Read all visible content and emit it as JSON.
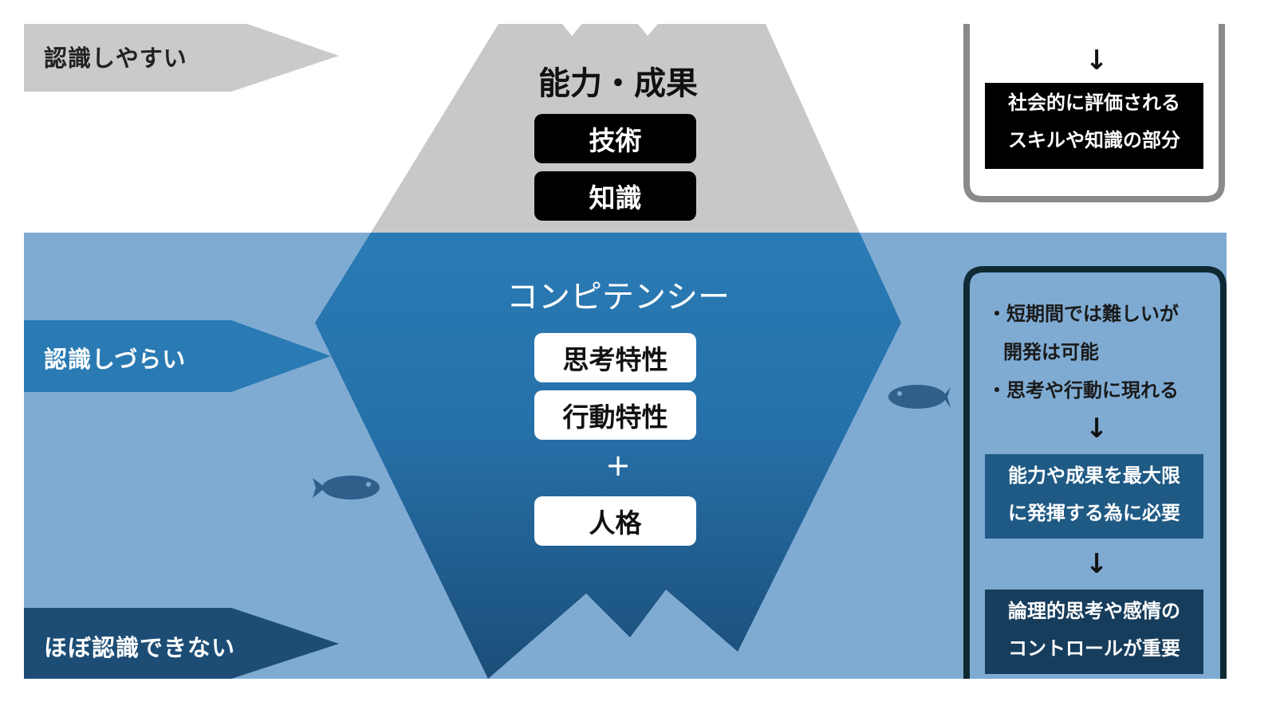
{
  "levels": {
    "easy": "認識しやすい",
    "hard": "認識しづらい",
    "almost_none": "ほぼ認識できない"
  },
  "iceberg_top": {
    "title": "能力・成果",
    "items": [
      "技術",
      "知識"
    ]
  },
  "iceberg_bottom": {
    "title": "コンピテンシー",
    "items": [
      "思考特性",
      "行動特性"
    ],
    "plus": "+",
    "extra": "人格"
  },
  "right_top": {
    "arrow": "↓",
    "label_lines": [
      "社会的に評価される",
      "スキルや知識の部分"
    ]
  },
  "right_bottom": {
    "bullets": [
      "・短期間では難しいが",
      "開発は可能",
      "・思考や行動に現れる"
    ],
    "arrow1": "↓",
    "box1_lines": [
      "能力や成果を最大限",
      "に発揮する為に必要"
    ],
    "arrow2": "↓",
    "box2_lines": [
      "論理的思考や感情の",
      "コントロールが重要"
    ]
  },
  "colors": {
    "surface": "#c8c8c8",
    "water": "#7fabd3",
    "iceberg_top": "#2a7bb5",
    "iceberg_bottom": "#1b4d78"
  }
}
